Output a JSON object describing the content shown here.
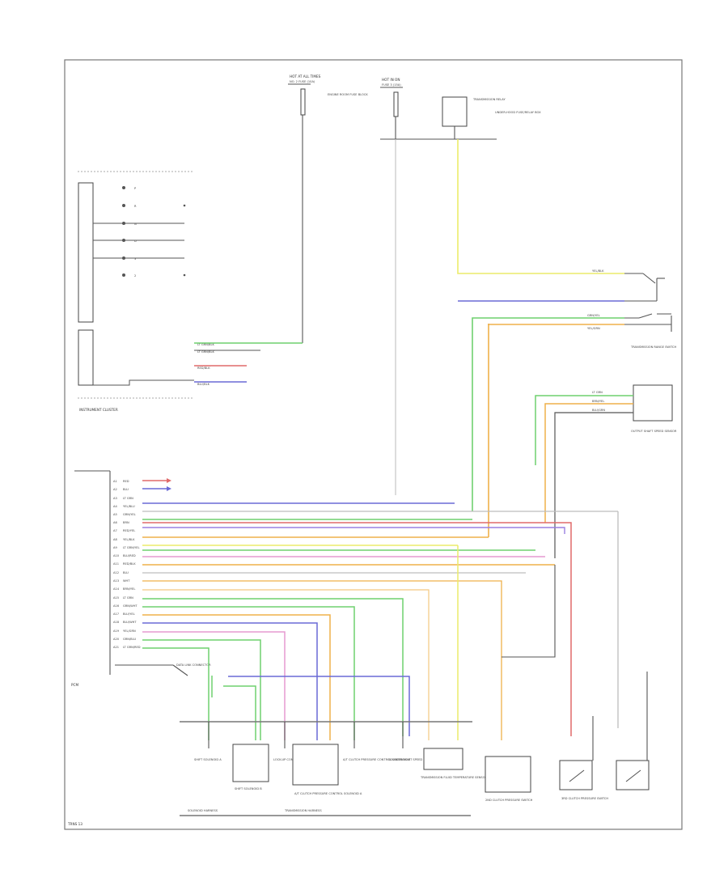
{
  "page_label": "TRNS 13",
  "colors": {
    "yellow": "#ecec6a",
    "blue": "#6a6ad6",
    "green": "#6fd16f",
    "orange": "#efb04a",
    "red": "#e06a6a",
    "pink": "#e69ad0",
    "violet": "#9a7fe0",
    "gray": "#bdbdbd",
    "wire": "#555555"
  },
  "top": {
    "fuse_left": {
      "title": "HOT AT ALL TIMES",
      "sub": "NO. 2 FUSE (10A)",
      "note": "ENGINE ROOM FUSE BLOCK"
    },
    "fuse_right": {
      "title": "HOT IN ON",
      "sub": "FUSE 3 (15A)"
    },
    "relay": {
      "label": "TRANSMISSION RELAY",
      "note": "UNDER-HOOD FUSE/RELAY BOX"
    }
  },
  "gauge_cluster": {
    "label": "INSTRUMENT CLUSTER",
    "segments": [
      "P",
      "R",
      "N",
      "D",
      "3",
      "2"
    ],
    "outputs": [
      "LT GRN/BLK",
      "LT GRN/BLK",
      "RED/BLK",
      "BLU/BLK"
    ]
  },
  "right_components": {
    "switch_a": {
      "wire": "YEL/BLK"
    },
    "switch_b": {
      "wires": [
        "GRN/YEL",
        "YEL/GRN"
      ]
    },
    "switch_b_label": "TRANSMISSION RANGE SWITCH",
    "sensor": {
      "label": "OUTPUT SHAFT SPEED SENSOR",
      "wires": [
        "LT GRN",
        "BRN/YEL",
        "BLU/GRN"
      ]
    }
  },
  "pcm": {
    "label": "PCM",
    "pins": [
      "A1",
      "A2",
      "A3",
      "A4",
      "A5",
      "A6",
      "A7",
      "A8",
      "A9",
      "A10",
      "A11",
      "A12",
      "A13",
      "A14",
      "A15",
      "A16",
      "A17",
      "A18",
      "A19",
      "A20",
      "A21"
    ],
    "wire_codes": [
      "RED",
      "BLU",
      "LT GRN",
      "YEL/BLU",
      "GRN/YEL",
      "BRN",
      "RED/YEL",
      "YEL/BLK",
      "LT GRN/YEL",
      "BLU/RED",
      "RED/BLK",
      "BLU",
      "WHT",
      "BRN/YEL",
      "LT GRN",
      "GRN/WHT",
      "BLU/YEL",
      "BLU/WHT",
      "YEL/GRN",
      "GRN/BLU",
      "LT GRN/RED"
    ],
    "note": "DATA LINK CONNECTOR"
  },
  "bottom_components": [
    {
      "label": "SHIFT SOLENOID A"
    },
    {
      "label": "SHIFT SOLENOID B"
    },
    {
      "label": "LOCK-UP CONTROL SOLENOID"
    },
    {
      "label": "A/T CLUTCH PRESSURE CONTROL SOLENOID A"
    },
    {
      "label": "A/T CLUTCH PRESSURE CONTROL SOLENOID B"
    },
    {
      "label": "COUNTERSHAFT SPEED SENSOR"
    },
    {
      "label": "TRANSMISSION FLUID TEMPERATURE SENSOR"
    },
    {
      "label": "2ND CLUTCH PRESSURE SWITCH"
    },
    {
      "label": "3RD CLUTCH PRESSURE SWITCH"
    }
  ],
  "bottom_groups": [
    "SOLENOID HARNESS",
    "TRANSMISSION HARNESS"
  ]
}
